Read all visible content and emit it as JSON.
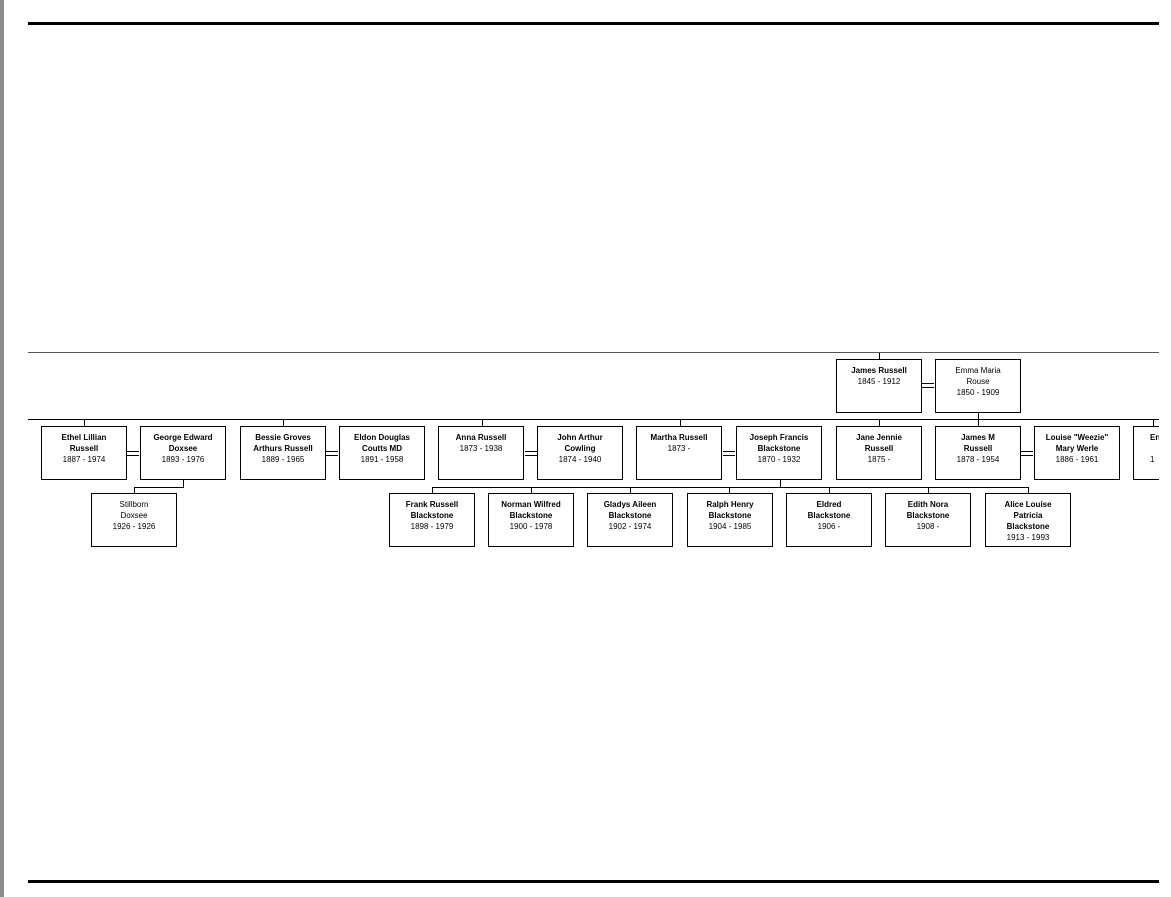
{
  "people": {
    "james_russell": {
      "name": "James Russell",
      "dates": "1845 - 1912"
    },
    "emma_maria_rouse": {
      "name": "Emma Maria Rouse",
      "dates": "1850 - 1909"
    },
    "ethel_lillian_russell": {
      "name": "Ethel Lillian Russell",
      "dates": "1887 - 1974"
    },
    "george_edward_doxsee": {
      "name": "George Edward Doxsee",
      "dates": "1893 - 1976"
    },
    "bessie_groves_arthurs_russell": {
      "name": "Bessie Groves Arthurs Russell",
      "dates": "1889 - 1965"
    },
    "eldon_douglas_coutts": {
      "name": "Eldon Douglas Coutts MD",
      "dates": "1891 - 1958"
    },
    "anna_russell": {
      "name": "Anna Russell",
      "dates": "1873 - 1938"
    },
    "john_arthur_cowling": {
      "name": "John Arthur Cowling",
      "dates": "1874 - 1940"
    },
    "martha_russell": {
      "name": "Martha Russell",
      "dates": "1873 -"
    },
    "joseph_francis_blackstone": {
      "name": "Joseph Francis Blackstone",
      "dates": "1870 - 1932"
    },
    "jane_jennie_russell": {
      "name": "Jane Jennie Russell",
      "dates": "1875 -"
    },
    "james_m_russell": {
      "name": "James M Russell",
      "dates": "1878 - 1954"
    },
    "louise_werle": {
      "name": "Louise \"Weezie\" Mary Werle",
      "dates": "1886 - 1961"
    },
    "partial_en": {
      "name": "En",
      "dates": "1"
    },
    "stillborn_doxsee": {
      "name": "Stillborn Doxsee",
      "dates": "1926 - 1926"
    },
    "frank_russell_blackstone": {
      "name": "Frank Russell Blackstone",
      "dates": "1898 - 1979"
    },
    "norman_wilfred_blackstone": {
      "name": "Norman Wilfred Blackstone",
      "dates": "1900 - 1978"
    },
    "gladys_aileen_blackstone": {
      "name": "Gladys Aileen Blackstone",
      "dates": "1902 - 1974"
    },
    "ralph_henry_blackstone": {
      "name": "Ralph Henry Blackstone",
      "dates": "1904 - 1985"
    },
    "eldred_blackstone": {
      "name": "Eldred Blackstone",
      "dates": "1906 -"
    },
    "edith_nora_blackstone": {
      "name": "Edith Nora Blackstone",
      "dates": "1908 -"
    },
    "alice_louise_patricia_blackstone": {
      "name": "Alice Louise Patricia Blackstone",
      "dates": "1913 - 1993"
    }
  }
}
